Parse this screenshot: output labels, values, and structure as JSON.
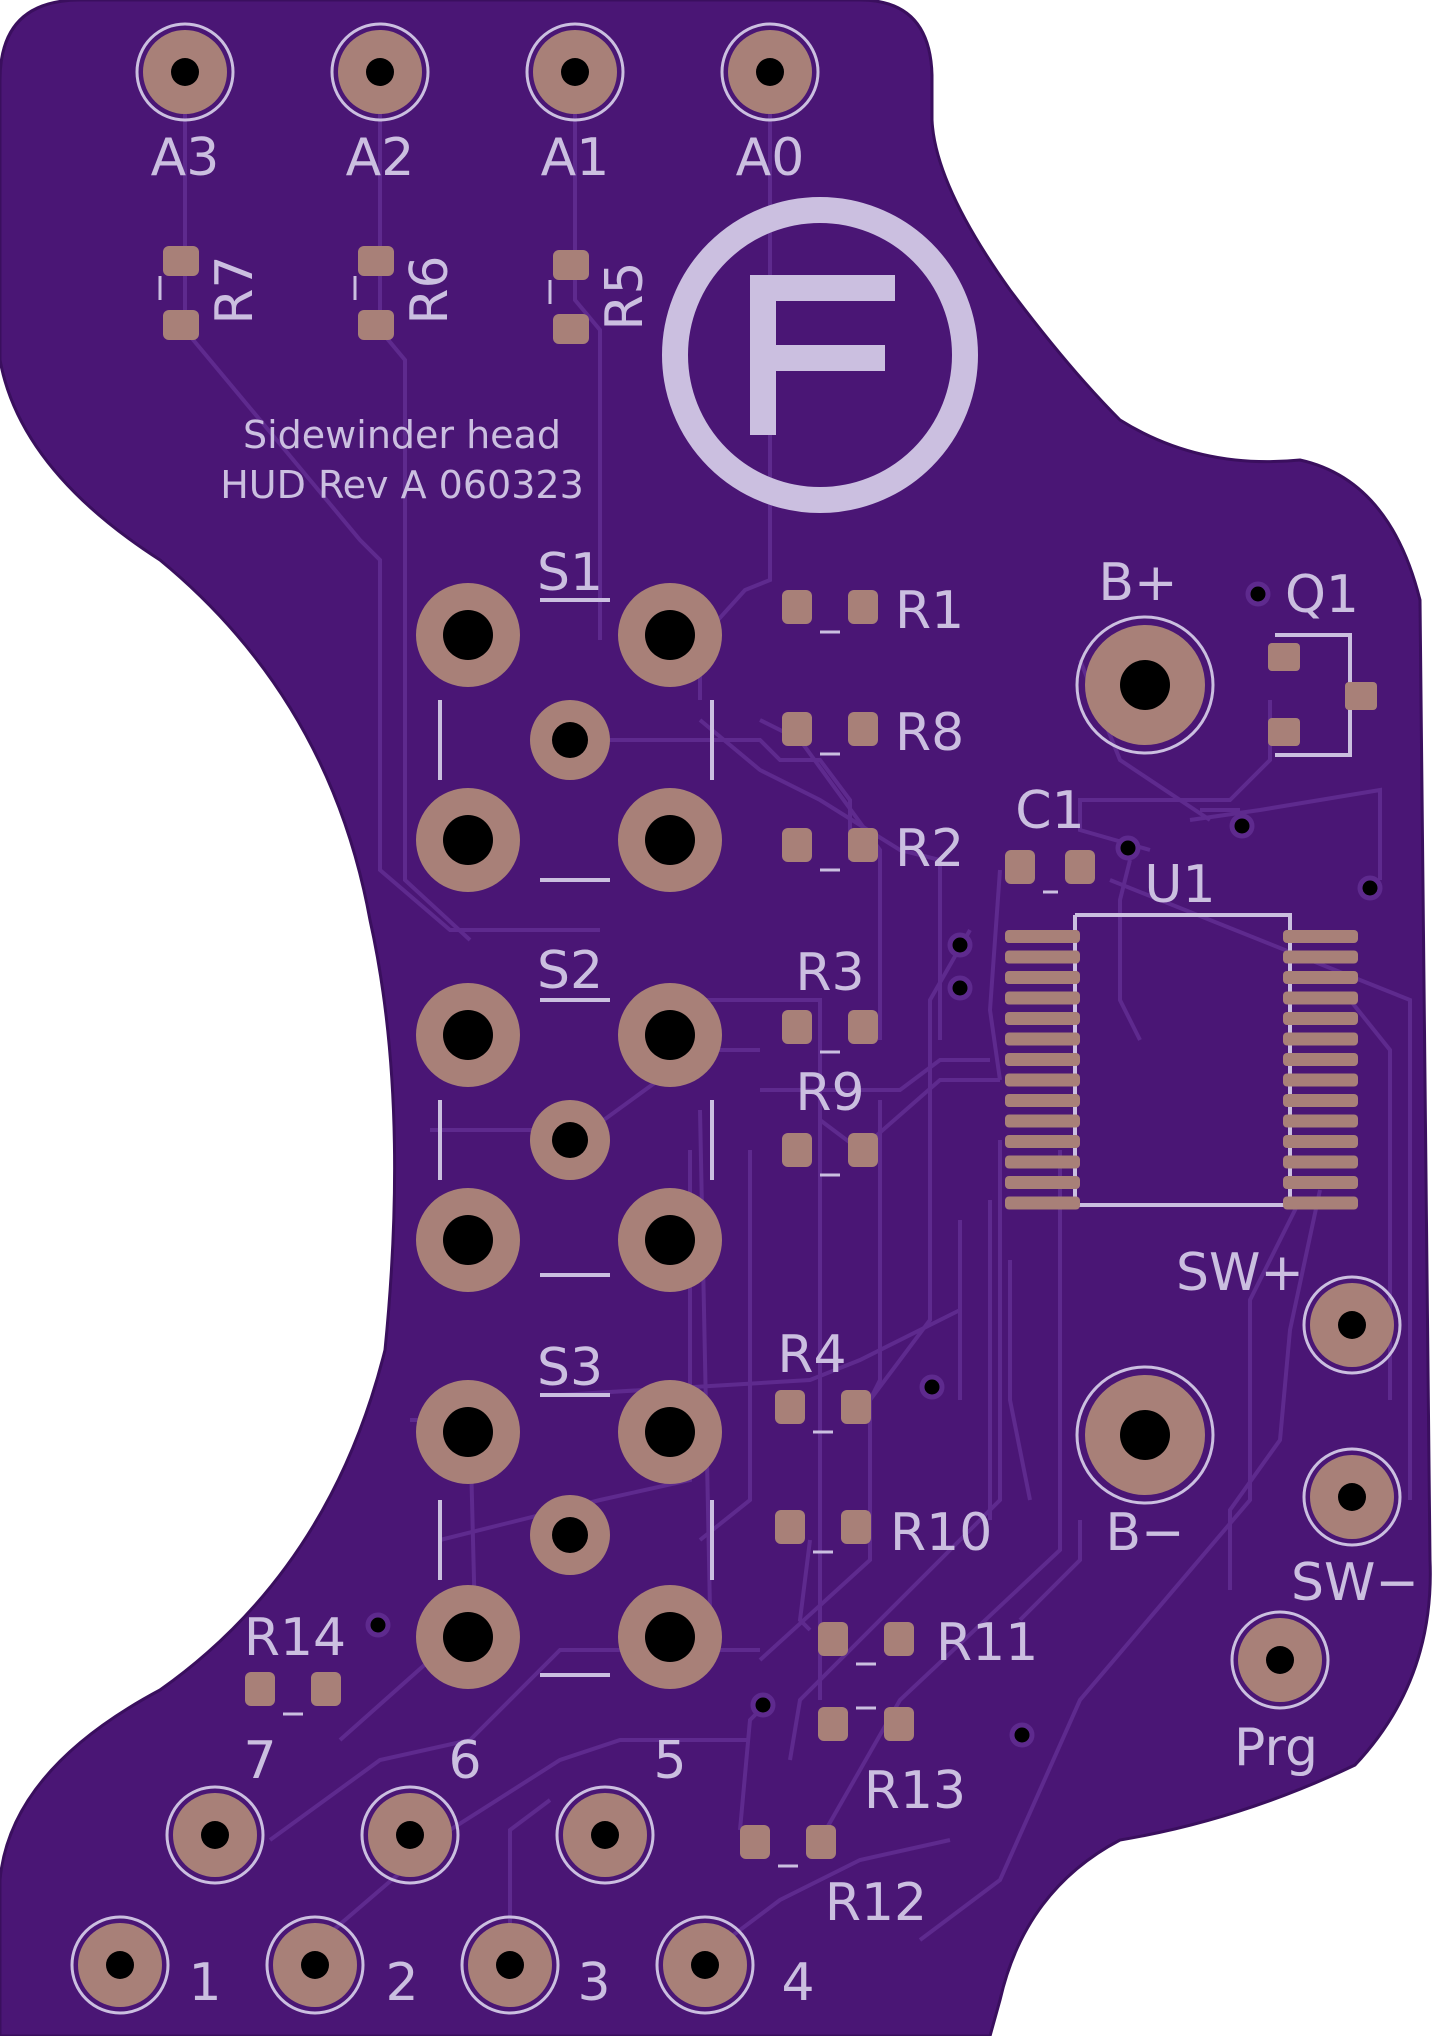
{
  "board": {
    "title_line1": "Sidewinder head",
    "title_line2": "HUD Rev A 060323",
    "logo_letter": "F"
  },
  "colors": {
    "substrate": "#4a1675",
    "copper_trace": "#5e2a8e",
    "pad_copper": "#a88078",
    "silkscreen": "#cbbfe0",
    "hole": "#000000"
  },
  "labels": {
    "A3": "A3",
    "A2": "A2",
    "A1": "A1",
    "A0": "A0",
    "R7": "R7",
    "R6": "R6",
    "R5": "R5",
    "S1": "S1",
    "S2": "S2",
    "S3": "S3",
    "R1": "R1",
    "R8": "R8",
    "R2": "R2",
    "R3": "R3",
    "R9": "R9",
    "R4": "R4",
    "R10": "R10",
    "R11": "R11",
    "R13": "R13",
    "R12": "R12",
    "R14": "R14",
    "B_plus": "B+",
    "B_minus": "B−",
    "Q1": "Q1",
    "C1": "C1",
    "U1": "U1",
    "SW_plus": "SW+",
    "SW_minus": "SW−",
    "Prg": "Prg",
    "p1": "1",
    "p2": "2",
    "p3": "3",
    "p4": "4",
    "p5": "5",
    "p6": "6",
    "p7": "7"
  }
}
